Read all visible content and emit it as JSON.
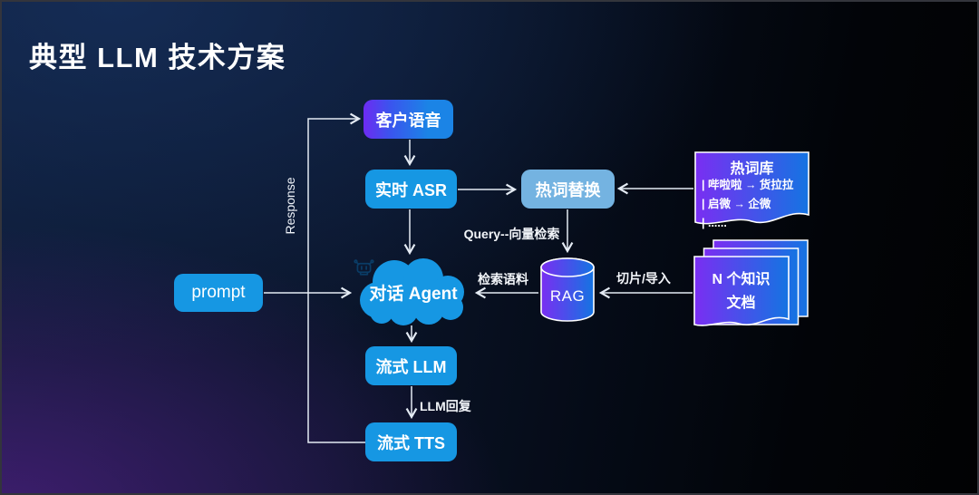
{
  "title": "典型 LLM 技术方案",
  "nodes": {
    "customer_voice": {
      "label": "客户语音"
    },
    "realtime_asr": {
      "label": "实时 ASR"
    },
    "hotword_replace": {
      "label": "热词替换"
    },
    "hotword_library": {
      "title": "热词库",
      "items": [
        "| 哔啦啦 → 货拉拉",
        "| 启微 → 企微",
        "| ......"
      ]
    },
    "prompt": {
      "label": "prompt"
    },
    "dialog_agent": {
      "label": "对话 Agent",
      "icon": "robot-icon"
    },
    "rag": {
      "label": "RAG"
    },
    "knowledge_docs": {
      "line1": "N 个知识",
      "line2": "文档"
    },
    "streaming_llm": {
      "label": "流式 LLM"
    },
    "streaming_tts": {
      "label": "流式 TTS"
    }
  },
  "edges": {
    "response_label": "Response",
    "query_vector_label": "Query--向量检索",
    "retrieval_corpus_label": "检索语料",
    "slice_import_label": "切片/导入",
    "llm_reply_label": "LLM回复"
  },
  "colors": {
    "solid_blue": "#1697e3",
    "light_blue": "#74b3e1",
    "purple": "#7a2ef2",
    "gradient_blue": "#1474e2",
    "arrow": "#e4ebf4",
    "background_navy": "#0d1a34",
    "background_purple": "#2a1747",
    "text": "#ffffff"
  }
}
